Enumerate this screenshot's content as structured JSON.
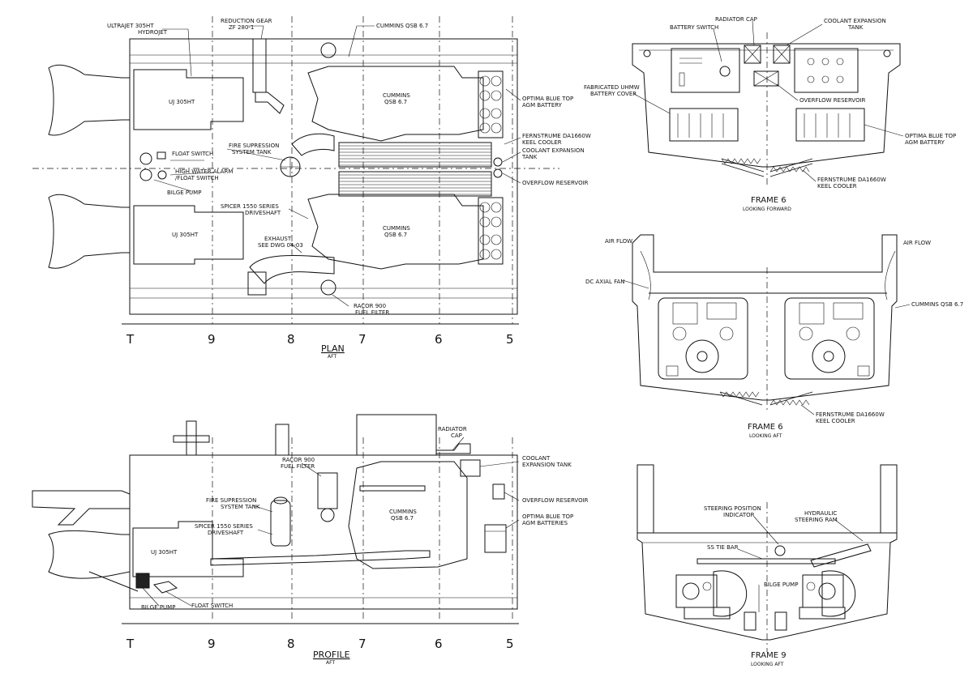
{
  "plan": {
    "title": "PLAN",
    "subtitle": "AFT",
    "stations": [
      "T",
      "9",
      "8",
      "7",
      "6",
      "5"
    ],
    "labels": {
      "ultrajet": "ULTRAJET 305HT",
      "hydrojet": "HYDROJET",
      "reduction_gear": "REDUCTION GEAR",
      "reduction_gear_model": "ZF 280-1",
      "cummins_top": "CUMMINS QSB 6.7",
      "optima_1": "OPTIMA BLUE TOP",
      "optima_2": "AGM BATTERY",
      "uj_1": "UJ 305HT",
      "uj_2": "UJ 305HT",
      "engine_1a": "CUMMINS",
      "engine_1b": "QSB 6.7",
      "engine_2a": "CUMMINS",
      "engine_2b": "QSB 6.7",
      "fire_1": "FIRE SUPRESSION",
      "fire_2": "SYSTEM TANK",
      "fernstrum_1": "FERNSTRUME DA1660W",
      "fernstrum_2": "KEEL COOLER",
      "coolant_1": "COOLANT EXPANSION",
      "coolant_2": "TANK",
      "overflow": "OVERFLOW RESERVOIR",
      "float_switch": "FLOAT SWITCH",
      "high_water_1": "HIGH WATER ALARM",
      "high_water_2": "/FLOAT SWITCH",
      "bilge_pump": "BILGE PUMP",
      "spicer_1": "SPICER 1550 SERIES",
      "spicer_2": "DRIVESHAFT",
      "exhaust_1": "EXHAUST",
      "exhaust_2": "SEE DWG 04-03",
      "racor_1": "RACOR 900",
      "racor_2": "FUEL FILTER"
    }
  },
  "profile": {
    "title": "PROFILE",
    "subtitle": "AFT",
    "stations": [
      "T",
      "9",
      "8",
      "7",
      "6",
      "5"
    ],
    "labels": {
      "radiator_1": "RADIATOR",
      "radiator_2": "CAP",
      "coolant_1": "COOLANT",
      "coolant_2": "EXPANSION TANK",
      "racor_1": "RACOR 900",
      "racor_2": "FUEL FILTER",
      "overflow": "OVERFLOW RESERVOIR",
      "fire_1": "FIRE SUPRESSION",
      "fire_2": "SYSTEM TANK",
      "engine_a": "CUMMINS",
      "engine_b": "QSB 6.7",
      "optima_1": "OPTIMA BLUE TOP",
      "optima_2": "AGM BATTERIES",
      "spicer_1": "SPICER 1550 SERIES",
      "spicer_2": "DRIVESHAFT",
      "uj": "UJ 305HT",
      "bilge_pump": "BILGE PUMP",
      "float_switch": "FLOAT SWITCH"
    }
  },
  "frame6_fwd": {
    "title": "FRAME 6",
    "subtitle": "LOOKING FORWARD",
    "labels": {
      "radiator_cap": "RADIATOR CAP",
      "battery_switch": "BATTERY SWITCH",
      "coolant_1": "COOLANT EXPANSION",
      "coolant_2": "TANK",
      "fabricated_1": "FABRICATED UHMW",
      "fabricated_2": "BATTERY COVER",
      "overflow": "OVERFLOW RESERVOIR",
      "optima_1": "OPTIMA BLUE TOP",
      "optima_2": "AGM BATTERY",
      "fernstrum_1": "FERNSTRUME DA1660W",
      "fernstrum_2": "KEEL COOLER"
    }
  },
  "frame6_aft": {
    "title": "FRAME 6",
    "subtitle": "LOOKING AFT",
    "labels": {
      "air_flow_left": "AIR FLOW",
      "air_flow_right": "AIR FLOW",
      "dc_fan": "DC AXIAL FAN",
      "cummins": "CUMMINS QSB 6.7",
      "fernstrum_1": "FERNSTRUME DA1660W",
      "fernstrum_2": "KEEL COOLER"
    }
  },
  "frame9": {
    "title": "FRAME 9",
    "subtitle": "LOOKING AFT",
    "labels": {
      "steering_1": "STEERING POSITION",
      "steering_2": "INDICATOR",
      "hydraulic_1": "HYDRAULIC",
      "hydraulic_2": "STEERING RAM",
      "ss_tie_bar": "SS TIE BAR",
      "bilge_pump": "BILGE PUMP"
    }
  }
}
